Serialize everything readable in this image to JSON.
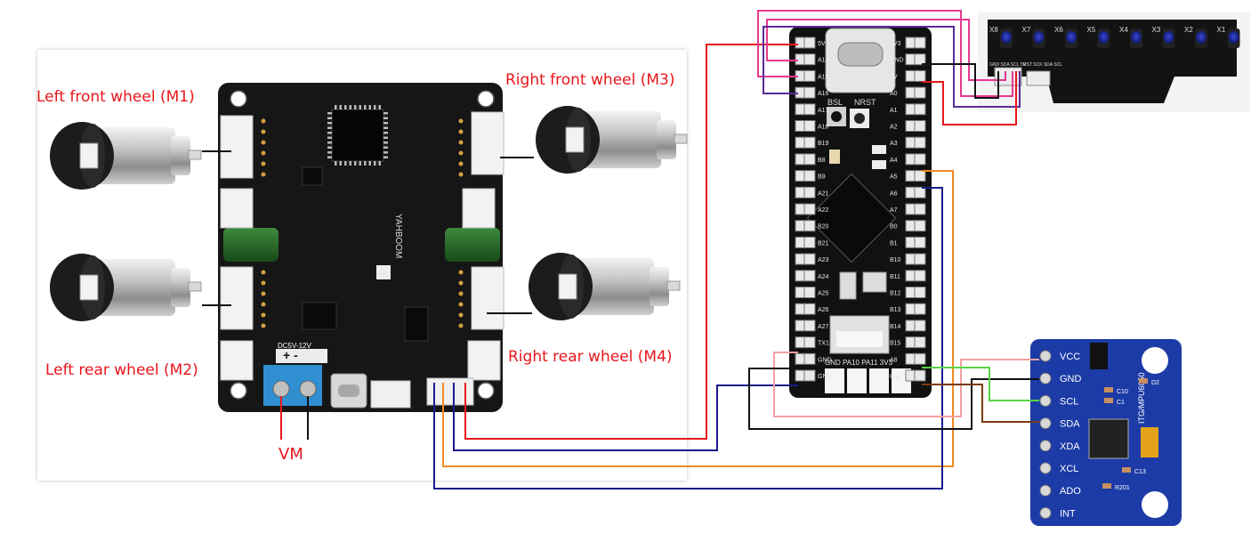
{
  "labels": {
    "m1": "Left front wheel (M1)",
    "m2": "Left rear wheel (M2)",
    "m3": "Right front wheel (M3)",
    "m4": "Right rear wheel (M4)",
    "vm": "VM",
    "dc": "DC5V-12V"
  },
  "driver": {
    "brand": "YAHBOOM"
  },
  "stm32": {
    "left_pins": [
      "5V",
      "A14",
      "A15",
      "A16",
      "A17",
      "A18",
      "B19",
      "B8",
      "B9",
      "A21",
      "A22",
      "B20",
      "B21",
      "A23",
      "A24",
      "A25",
      "A26",
      "A27",
      "TX1",
      "GND",
      "GND"
    ],
    "right_pins": [
      "3V3",
      "GND",
      "5V",
      "A0",
      "A1",
      "A2",
      "A3",
      "A4",
      "A5",
      "A6",
      "A7",
      "B0",
      "B1",
      "B10",
      "B11",
      "B12",
      "B13",
      "B14",
      "B15",
      "A8",
      "G11"
    ],
    "bottom_label": "GND PA10 PA11 3V3",
    "buttons": [
      "BSL",
      "NRST"
    ]
  },
  "sensor_bar": {
    "channels": [
      "X8",
      "X7",
      "X6",
      "X5",
      "X4",
      "X3",
      "X2",
      "X1"
    ],
    "header_text": "GND SDA SCL 5V",
    "header_text2": "RST SCK SDA SCL"
  },
  "mpu": {
    "pins": [
      "VCC",
      "GND",
      "SCL",
      "SDA",
      "XDA",
      "XCL",
      "ADO",
      "INT"
    ],
    "model": "ITG/MPU6050",
    "caps": [
      "C10",
      "C1",
      "R201",
      "C13",
      "D2"
    ]
  },
  "colors": {
    "red": "#e8161b",
    "black": "#111111",
    "navy": "#1a1a8c",
    "orange": "#f08a24",
    "pink": "#f2a0a0",
    "green": "#57d445",
    "brown": "#7a3c10",
    "magenta": "#e6398f",
    "purple": "#5a2a9a"
  }
}
